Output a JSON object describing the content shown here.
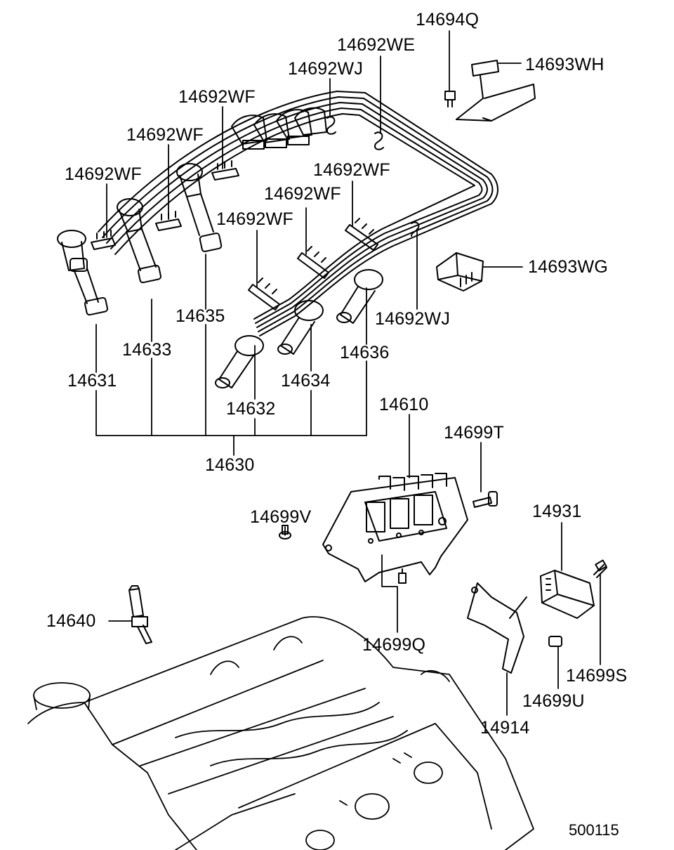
{
  "callouts": {
    "c14694Q": "14694Q",
    "c14692WE": "14692WE",
    "c14693WH": "14693WH",
    "c14692WJ_top": "14692WJ",
    "c14692WF_a": "14692WF",
    "c14692WF_b": "14692WF",
    "c14692WF_c": "14692WF",
    "c14692WF_d": "14692WF",
    "c14692WF_e": "14692WF",
    "c14692WF_f": "14692WF",
    "c14693WG": "14693WG",
    "c14692WJ_mid": "14692WJ",
    "c14635": "14635",
    "c14633": "14633",
    "c14631": "14631",
    "c14636": "14636",
    "c14634": "14634",
    "c14632": "14632",
    "c14630": "14630",
    "c14610": "14610",
    "c14699T": "14699T",
    "c14699V": "14699V",
    "c14931": "14931",
    "c14640": "14640",
    "c14699Q": "14699Q",
    "c14699S": "14699S",
    "c14699U": "14699U",
    "c14914": "14914"
  },
  "reference_number": "500115"
}
